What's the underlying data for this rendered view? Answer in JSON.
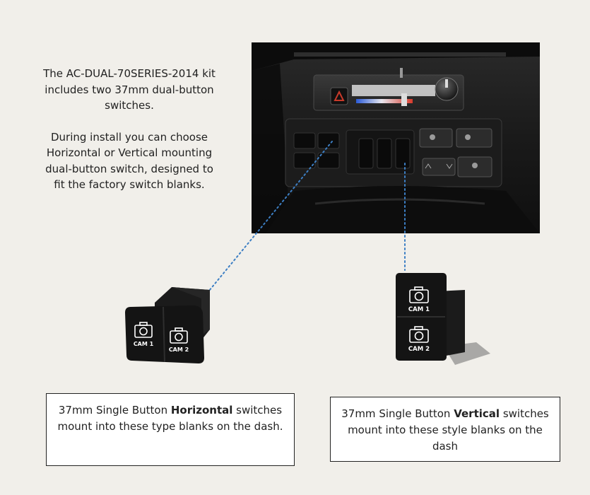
{
  "intro": {
    "paragraph_1": "The AC-DUAL-70SERIES-2014 kit includes two 37mm dual-button switches.",
    "paragraph_2": "During install you can choose Horizontal or Vertical mounting dual-button switch, designed to fit the factory switch blanks."
  },
  "switch_horizontal": {
    "button_1_label": "CAM 1",
    "button_2_label": "CAM 2"
  },
  "switch_vertical": {
    "button_1_label": "CAM 1",
    "button_2_label": "CAM 2"
  },
  "caption_horizontal": {
    "prefix": "37mm Single Button ",
    "emphasis": "Horizontal",
    "suffix": " switches mount into these type blanks on the dash."
  },
  "caption_vertical": {
    "prefix": "37mm Single Button ",
    "emphasis": "Vertical",
    "suffix": " switches mount into these style blanks on the dash"
  },
  "colors": {
    "background": "#f1efea",
    "leader_line": "#3d7fc4",
    "switch_body": "#141414",
    "switch_icon": "#ffffff"
  }
}
